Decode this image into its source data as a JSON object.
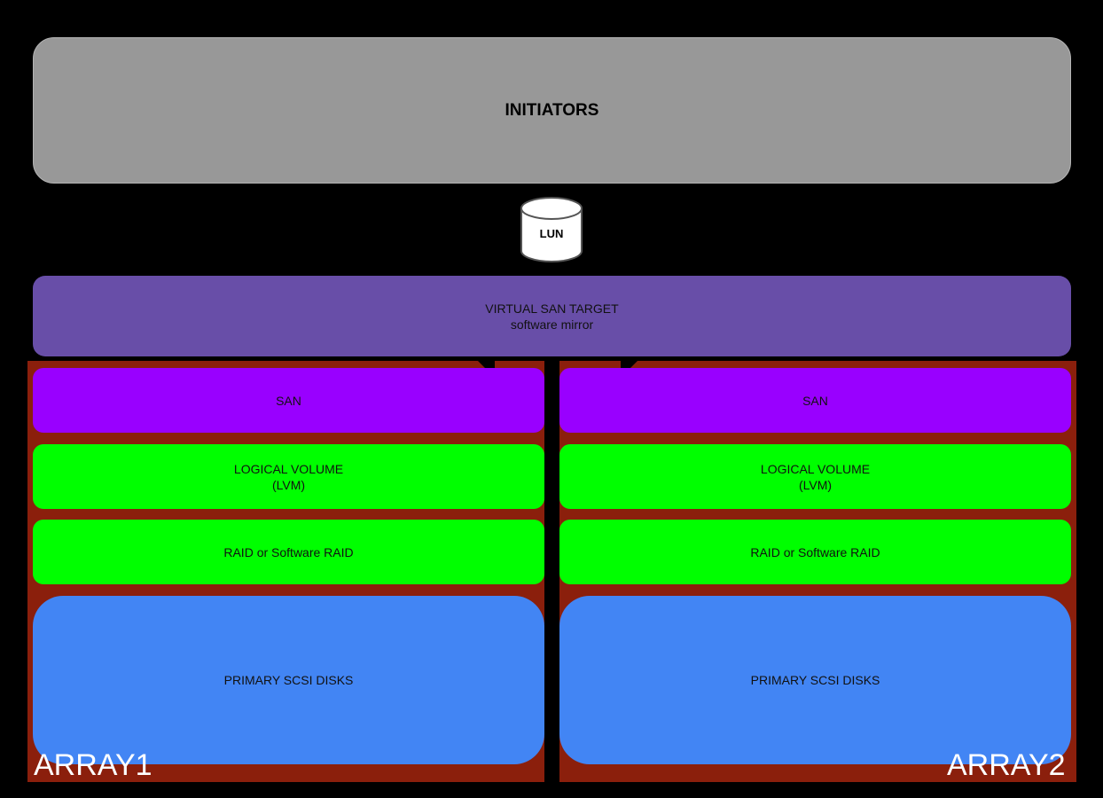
{
  "initiators": {
    "label": "INITIATORS"
  },
  "lun": {
    "label": "LUN"
  },
  "virtual_san": {
    "title": "VIRTUAL SAN TARGET",
    "subtitle": "software mirror"
  },
  "arrays": [
    {
      "name": "ARRAY1",
      "san": "SAN",
      "logical_volume": {
        "line1": "LOGICAL VOLUME",
        "line2": "(LVM)"
      },
      "raid": "RAID or Software RAID",
      "disks": "PRIMARY SCSI DISKS"
    },
    {
      "name": "ARRAY2",
      "san": "SAN",
      "logical_volume": {
        "line1": "LOGICAL VOLUME",
        "line2": "(LVM)"
      },
      "raid": "RAID or Software RAID",
      "disks": "PRIMARY SCSI DISKS"
    }
  ],
  "colors": {
    "background": "#000000",
    "initiators": "#989898",
    "virtual_san": "#684ea8",
    "array": "#8b1f0c",
    "san": "#9900ff",
    "lvm_raid": "#00ff00",
    "disks": "#4285f4"
  }
}
